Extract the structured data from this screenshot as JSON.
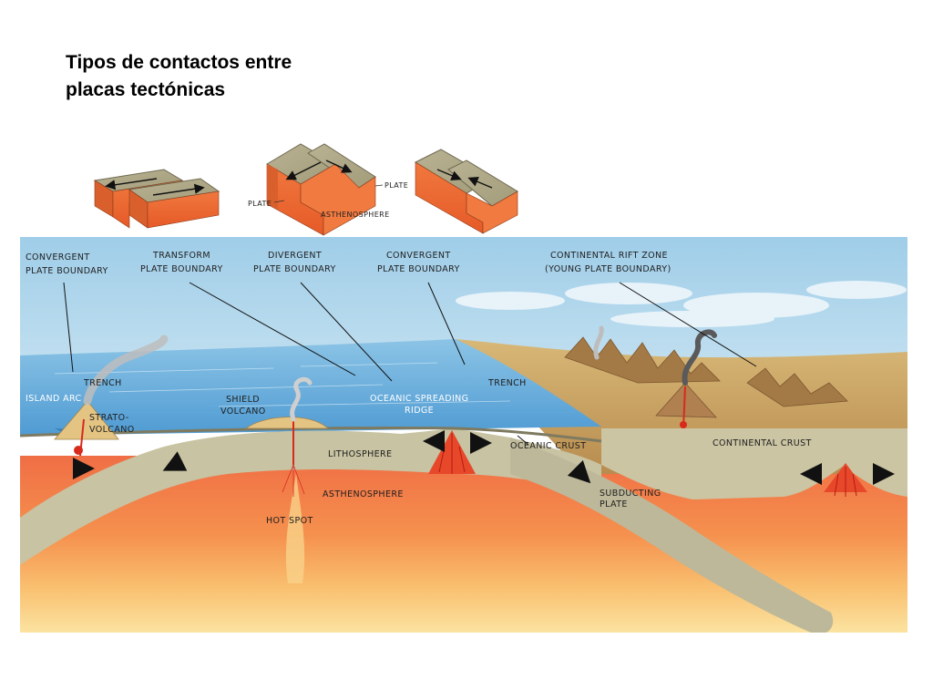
{
  "title": {
    "line1": "Tipos de contactos entre",
    "line2": "placas tectónicas"
  },
  "inset": {
    "plate_right": "PLATE",
    "plate_left": "PLATE",
    "asthenosphere": "ASTHENOSPHERE"
  },
  "callouts": {
    "convergent_left_1": "CONVERGENT",
    "convergent_left_2": "PLATE BOUNDARY",
    "transform_1": "TRANSFORM",
    "transform_2": "PLATE BOUNDARY",
    "divergent_1": "DIVERGENT",
    "divergent_2": "PLATE BOUNDARY",
    "convergent_mid_1": "CONVERGENT",
    "convergent_mid_2": "PLATE BOUNDARY",
    "rift_1": "CONTINENTAL RIFT ZONE",
    "rift_2": "(YOUNG PLATE BOUNDARY)"
  },
  "features": {
    "trench_left": "TRENCH",
    "island_arc": "ISLAND ARC",
    "strato_1": "STRATO-",
    "strato_2": "VOLCANO",
    "shield_1": "SHIELD",
    "shield_2": "VOLCANO",
    "ridge_1": "OCEANIC SPREADING",
    "ridge_2": "RIDGE",
    "trench_right": "TRENCH",
    "lithosphere": "LITHOSPHERE",
    "oceanic_crust": "OCEANIC CRUST",
    "continental_crust": "CONTINENTAL CRUST",
    "asthenosphere": "ASTHENOSPHERE",
    "hot_spot": "HOT SPOT",
    "subducting_1": "SUBDUCTING",
    "subducting_2": "PLATE"
  },
  "colors": {
    "sky": "#a9d3ea",
    "ocean": "#5aa6d8",
    "lithosphere": "#c8c3a2",
    "asthenosphere": "#f07a4a",
    "mantle_deep": "#fbd58a",
    "land": "#c9a565",
    "magma": "#e0231c"
  }
}
